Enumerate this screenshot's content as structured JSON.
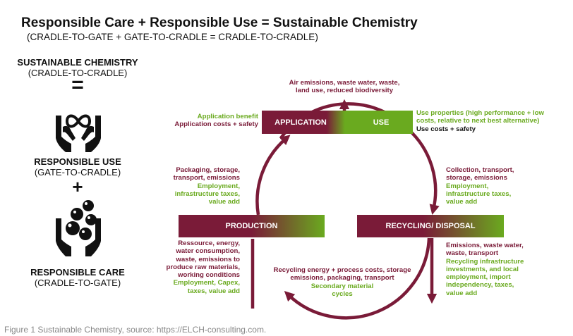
{
  "header": {
    "title": "Responsible Care + Responsible Use = Sustainable Chemistry",
    "subtitle": "(CRADLE-TO-GATE + GATE-TO-CRADLE = CRADLE-TO-CRADLE)"
  },
  "left": {
    "sc_title": "SUSTAINABLE CHEMISTRY",
    "sc_sub": "(CRADLE-TO-CRADLE)",
    "equals": "=",
    "ru_title": "RESPONSIBLE USE",
    "ru_sub": "(GATE-TO-CRADLE)",
    "plus": "+",
    "rc_title": "RESPONSIBLE CARE",
    "rc_sub": "(CRADLE-TO-GATE)",
    "icons": [
      "hands-infinity-icon",
      "hands-molecules-icon"
    ]
  },
  "boxes": {
    "application": "APPLICATION",
    "use": "USE",
    "production": "PRODUCTION",
    "recycling": "RECYCLING/ DISPOSAL"
  },
  "labels": {
    "air": [
      "Air emissions, waste water, waste,",
      "land use, reduced biodiversity"
    ],
    "app_benefit": "Application benefit",
    "app_costs": "Application costs + safety",
    "use_props": [
      "Use properties (high performance + low",
      "costs, relative to next best alternative)"
    ],
    "use_costs": "Use costs + safety",
    "packaging": [
      "Packaging, storage,",
      "transport, emissions"
    ],
    "packaging_green": [
      "Employment,",
      "infrastructure taxes,",
      "value add"
    ],
    "collection": [
      "Collection, transport,",
      "storage, emissions"
    ],
    "collection_green": [
      "Employment,",
      "infrastructure taxes,",
      "value add"
    ],
    "resource": [
      "Ressource, energy,",
      "water consumption,",
      "waste, emissions to",
      "produce raw materials,",
      "working conditions"
    ],
    "resource_green": [
      "Employment, Capex,",
      "taxes, value add"
    ],
    "emissions_r": [
      "Emissions, waste water,",
      "waste, transport"
    ],
    "emissions_r_green": [
      "Recycling infrastructure",
      "investments, and local",
      "employment, import",
      "independency, taxes,",
      "value add"
    ],
    "recycle_energy": [
      "Recycling energy + process costs, storage",
      "emissions, packaging, transport"
    ],
    "secondary": [
      "Secondary material",
      "cycles"
    ]
  },
  "caption": "Figure 1 Sustainable Chemistry,  source: https://ELCH-consulting.com.",
  "colors": {
    "maroon": "#7a1b38",
    "green": "#6aaa1f",
    "black": "#111111"
  }
}
